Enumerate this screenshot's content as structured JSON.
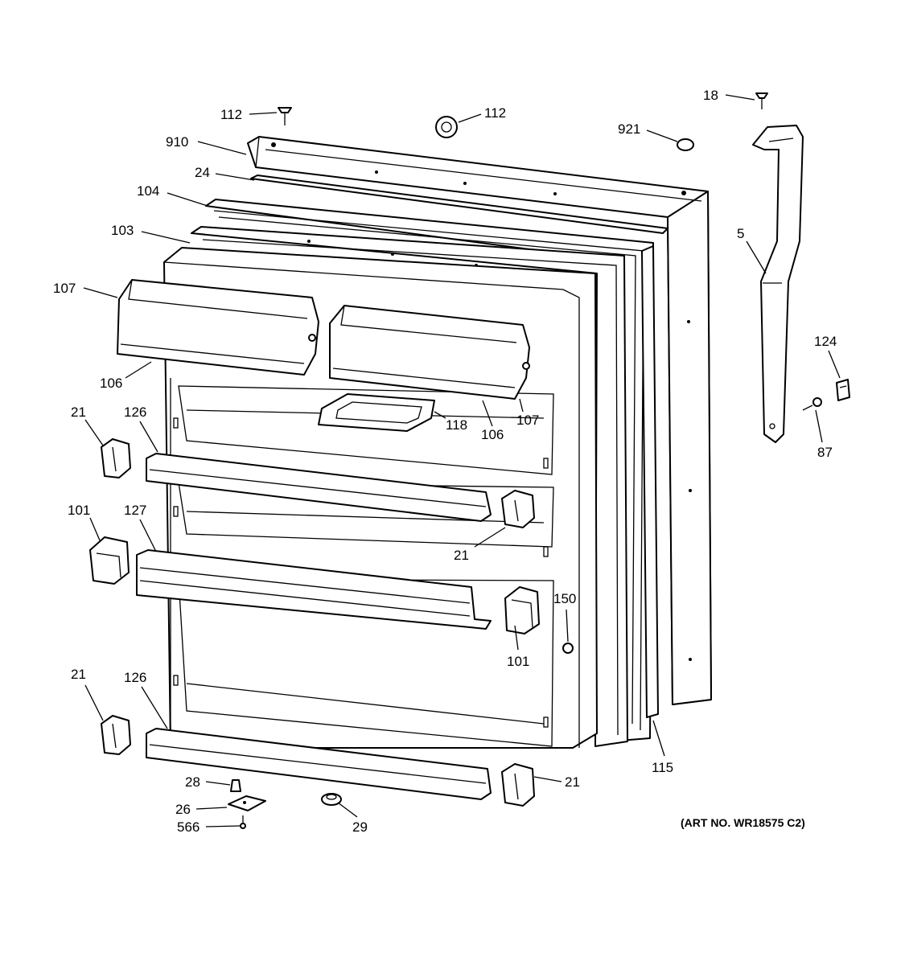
{
  "diagram": {
    "art_number": "(ART NO. WR18575 C2)",
    "callouts": {
      "c112a": "112",
      "c112b": "112",
      "c18": "18",
      "c921": "921",
      "c910": "910",
      "c24": "24",
      "c104": "104",
      "c103": "103",
      "c107a": "107",
      "c106a": "106",
      "c5": "5",
      "c124": "124",
      "c87": "87",
      "c21a": "21",
      "c126a": "126",
      "c118": "118",
      "c106b": "106",
      "c107b": "107",
      "c101a": "101",
      "c127": "127",
      "c21b": "21",
      "c150": "150",
      "c101b": "101",
      "c21c": "21",
      "c126b": "126",
      "c115": "115",
      "c21d": "21",
      "c28": "28",
      "c26": "26",
      "c566": "566",
      "c29": "29"
    }
  }
}
